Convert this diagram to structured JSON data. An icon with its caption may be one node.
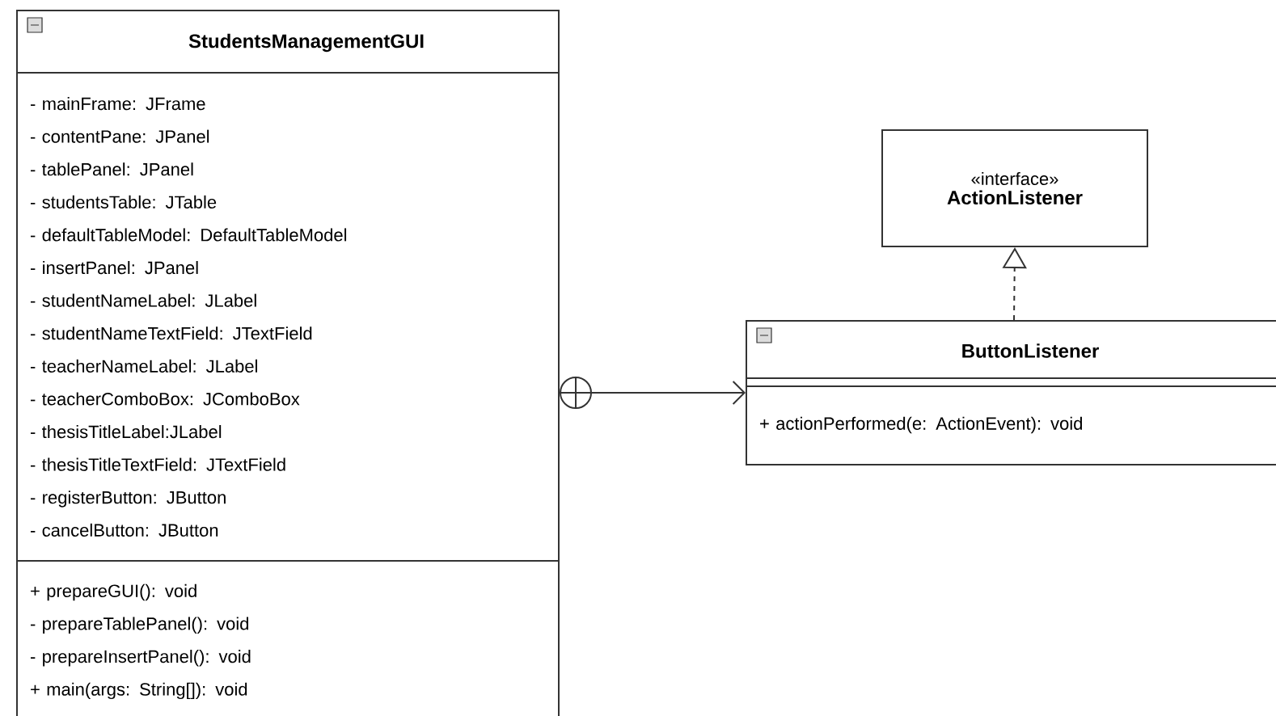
{
  "diagram": {
    "nodes": [
      {
        "text": [
          "StudentsManagementGUI",
          "- mainFrame: JFrame",
          "- contentPane: JPanel",
          "- tablePanel: JPanel",
          "- studentsTable: JTable",
          "- defaultTableModel: DefaultTableModel",
          "- insertPanel: JPanel",
          "- studentNameLabel: JLabel",
          "- studentNameTextField: JTextField",
          "- teacherNameLabel: JLabel",
          "- teacherComboBox: JComboBox",
          "- thesisTitleLabel:JLabel",
          "- thesisTitleTextField: JTextField",
          "- registerButton: JButton",
          "- cancelButton: JButton",
          "+ prepareGUI(): void",
          "- prepareTablePanel(): void",
          "- prepareInsertPanel(): void",
          "+ main(args: String[]): void"
        ]
      },
      {
        "text": [
          "«interface»",
          "ActionListener"
        ]
      },
      {
        "text": [
          "ButtonListener",
          "+ actionPerformed(e: ActionEvent): void"
        ]
      }
    ],
    "edges": [
      {
        "from": 0,
        "to": 2,
        "arrow": "to"
      },
      {
        "from": 2,
        "to": 1,
        "arrow": "to",
        "style": "dashed"
      }
    ]
  }
}
